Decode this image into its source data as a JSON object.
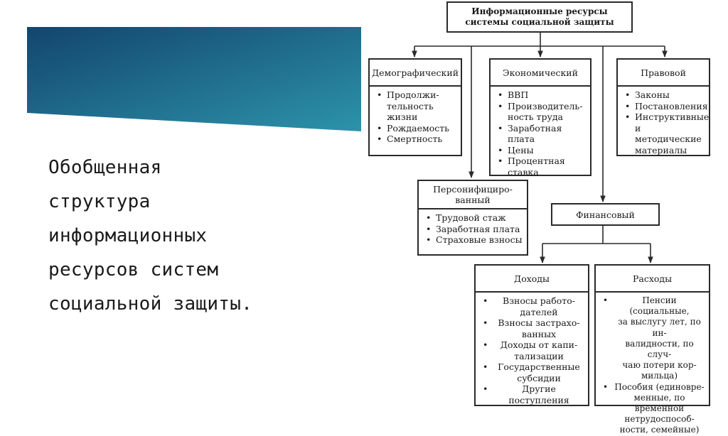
{
  "slide_title": "Обобщенная\nструктура\nинформационных\nресурсов систем\nсоциальной защиты.",
  "colors": {
    "banner_dark": "#13456f",
    "banner_light": "#2c93aa",
    "line": "#2a2a2a"
  },
  "diagram": {
    "root": "Информационные ресурсы\nсистемы социальной защиты",
    "demographic": {
      "title": "Демографический",
      "items": [
        "Продолжи-\nтельность\nжизни",
        "Рождаемость",
        "Смертность"
      ]
    },
    "economic": {
      "title": "Экономический",
      "items": [
        "ВВП",
        "Производитель-\nность труда",
        "Заработная плата",
        "Цены",
        "Процентная\nставка"
      ]
    },
    "legal": {
      "title": "Правовой",
      "items": [
        "Законы",
        "Постановления",
        "Инструктивные\nи методические\nматериалы"
      ]
    },
    "personified": {
      "title": "Персонифициро-\nванный",
      "items": [
        "Трудовой стаж",
        "Заработная плата",
        "Страховые взносы"
      ]
    },
    "financial": {
      "title": "Финансовый"
    },
    "income": {
      "title": "Доходы",
      "items": [
        "Взносы работо-\nдателей",
        "Взносы застрахо-\nванных",
        "Доходы от капи-\nтализации",
        "Государственные\nсубсидии",
        "Другие поступления"
      ]
    },
    "expenses": {
      "title": "Расходы",
      "items": [
        "Пенсии (социальные,\nза выслугу лет, по ин-\nвалидности, по случ-\nчаю потери кор-\nмильца)",
        "Пособия (единовре-\nменные, по временной\nнетрудоспособ-\nности, семейные)"
      ]
    }
  }
}
